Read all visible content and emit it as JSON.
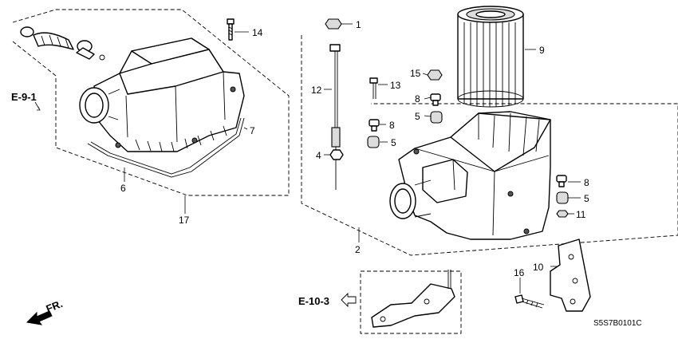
{
  "diagram": {
    "drawing_code": "S5S7B0101C",
    "references": {
      "e91": "E-9-1",
      "e103": "E-10-3",
      "front": "FR."
    },
    "callouts": {
      "c1": "1",
      "c2": "2",
      "c4": "4",
      "c5a": "5",
      "c5b": "5",
      "c5c": "5",
      "c6": "6",
      "c7": "7",
      "c8a": "8",
      "c8b": "8",
      "c8c": "8",
      "c9": "9",
      "c10": "10",
      "c11": "11",
      "c12": "12",
      "c13": "13",
      "c14": "14",
      "c15": "15",
      "c16": "16",
      "c17": "17"
    }
  }
}
